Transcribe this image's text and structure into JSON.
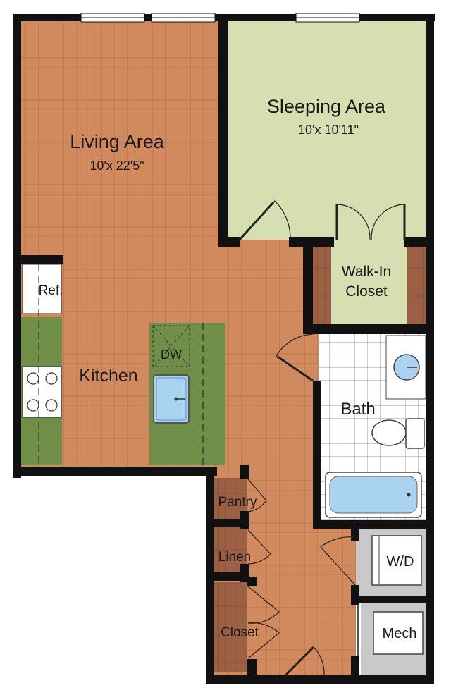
{
  "floor_plan": {
    "rooms": {
      "sleeping_area": {
        "name": "Sleeping Area",
        "dimensions": "10'x 10'11\""
      },
      "living_area": {
        "name": "Living Area",
        "dimensions": "10'x 22'5\""
      },
      "walk_in_closet": {
        "line1": "Walk-In",
        "line2": "Closet"
      },
      "kitchen": {
        "name": "Kitchen"
      },
      "bath": {
        "name": "Bath"
      },
      "pantry": {
        "name": "Pantry"
      },
      "linen": {
        "name": "Linen"
      },
      "closet": {
        "name": "Closet"
      },
      "washer_dryer": {
        "name": "W/D"
      },
      "mechanical": {
        "name": "Mech"
      }
    },
    "fixtures": {
      "refrigerator": "Ref.",
      "dishwasher": "DW"
    },
    "colors": {
      "wood_floor": "#d08a5e",
      "wood_line": "#b8704a",
      "bedroom_carpet": "#d7deb1",
      "counter": "#6f8f48",
      "wall": "#111111",
      "tile": "#ffffff",
      "tile_grid": "#9a9a9a",
      "fixture_blue": "#a9d3f0",
      "utility_grey": "#c9c9c9",
      "closet_wood": "#9b5f44"
    }
  }
}
